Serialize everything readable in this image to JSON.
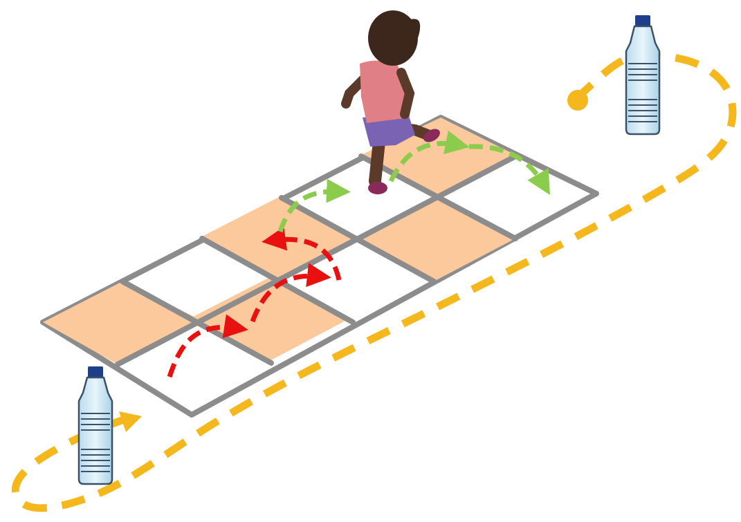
{
  "scene": {
    "background": "#ffffff",
    "grid": {
      "rows": 2,
      "columns": 4,
      "tile_colors": [
        "#fbc99c",
        "#ffffff"
      ],
      "border_color": "#8c8c8c",
      "shaded_tiles": [
        [
          0,
          0
        ],
        [
          0,
          2
        ],
        [
          1,
          1
        ],
        [
          1,
          3
        ]
      ]
    },
    "path": {
      "color": "#f5b81c",
      "style": "dashed",
      "start_marker": "yellow-dot",
      "end_marker": "yellow-arrowhead"
    },
    "hops": [
      {
        "color": "#e8110f",
        "name": "red-hop-arrows"
      },
      {
        "color": "#8ccc4c",
        "name": "green-hop-arrows"
      }
    ],
    "props": [
      {
        "icon": "water-bottle-icon",
        "cap_color": "#1e3f8c",
        "body_color": "#d6ecf7"
      },
      {
        "icon": "water-bottle-icon",
        "cap_color": "#1e3f8c",
        "body_color": "#d6ecf7"
      }
    ],
    "figure": {
      "icon": "running-girl-icon",
      "shirt_color": "#e07f86",
      "shorts_color": "#7a63b2",
      "skin_color": "#5b3a29"
    }
  }
}
